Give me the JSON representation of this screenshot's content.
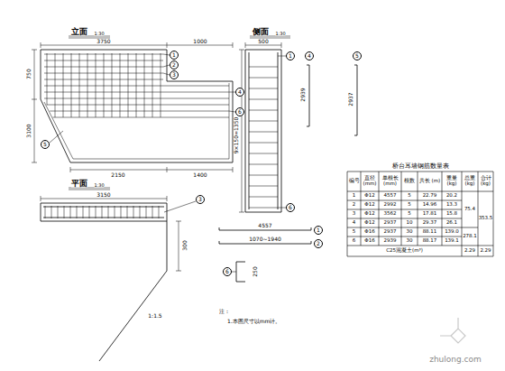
{
  "diagram": {
    "nodes": [
      {
        "text": [
          "1"
        ]
      },
      {
        "text": [
          "2"
        ]
      },
      {
        "text": [
          "3"
        ]
      },
      {
        "text": [
          "4"
        ]
      },
      {
        "text": [
          "5"
        ]
      },
      {
        "text": [
          "6"
        ]
      },
      {
        "text": [
          "1"
        ]
      },
      {
        "text": [
          "6"
        ]
      },
      {
        "text": [
          "3"
        ]
      },
      {
        "text": [
          "1"
        ]
      },
      {
        "text": [
          "2"
        ]
      },
      {
        "text": [
          "4"
        ]
      },
      {
        "text": [
          "5"
        ]
      },
      {
        "text": [
          "6"
        ]
      }
    ],
    "labels": [
      "立面",
      "1:30",
      "侧面",
      "1:30",
      "平面",
      "1:30",
      "3750",
      "1000",
      "750",
      "3100",
      "2150",
      "1400",
      "500",
      "9×150=1350",
      "3150",
      "300",
      "1:1.5",
      "4557",
      "1070~1940",
      "250",
      "2939",
      "2937",
      "注：",
      "1.本图尺寸以mm计。",
      "zhulong.com",
      "桥台耳墙钢筋数量表",
      "编号",
      "直径 (mm)",
      "单根长 (mm)",
      "根数",
      "共长 (m)",
      "重量 (kg)",
      "总重 (kg)",
      "合计 (kg)",
      "1",
      "Φ12",
      "4557",
      "5",
      "22.79",
      "20.2",
      "2",
      "Φ12",
      "2992",
      "5",
      "14.96",
      "13.3",
      "3",
      "Φ12",
      "3562",
      "5",
      "17.81",
      "15.8",
      "4",
      "Φ12",
      "2937",
      "10",
      "29.37",
      "26.1",
      "5",
      "Φ16",
      "2937",
      "30",
      "88.11",
      "139.0",
      "6",
      "Φ16",
      "2939",
      "30",
      "88.17",
      "139.1",
      "75.4",
      "278.1",
      "353.5",
      "C25混凝土(m³)",
      "2.29",
      "2.29"
    ]
  }
}
